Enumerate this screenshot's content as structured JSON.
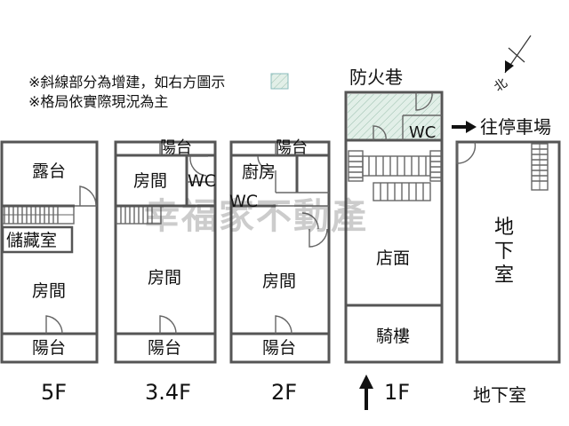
{
  "notes": {
    "line1": "※斜線部分為增建，如右方圖示",
    "line2": "※格局依實際現況為主"
  },
  "compass": {
    "label": "北"
  },
  "fire_lane": "防火巷",
  "parking_arrow_label": "往停車場",
  "watermark": "幸福家不動產",
  "floors": {
    "f5": {
      "label": "5F",
      "rooms": [
        "露台",
        "儲藏室",
        "房間",
        "陽台"
      ]
    },
    "f34": {
      "label": "3.4F",
      "rooms": [
        "陽台",
        "房間",
        "WC",
        "房間",
        "陽台"
      ]
    },
    "f2": {
      "label": "2F",
      "rooms": [
        "陽台",
        "廚房",
        "WC",
        "房間",
        "陽台"
      ]
    },
    "f1": {
      "label": "1F",
      "rooms": [
        "WC",
        "店面",
        "騎樓"
      ]
    },
    "b1": {
      "label": "地下室",
      "rooms": [
        "地下室"
      ]
    }
  },
  "colors": {
    "extension_fill": "#dfeee6",
    "wall": "#555555"
  }
}
